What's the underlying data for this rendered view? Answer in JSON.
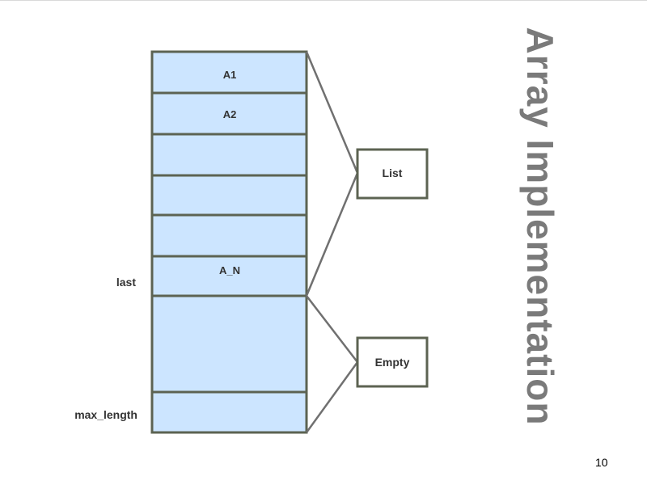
{
  "slide": {
    "title": "Array Implementation",
    "page_number": "10"
  },
  "array": {
    "cells": [
      "A1",
      "A2",
      "",
      "",
      "",
      "A_N",
      "",
      ""
    ],
    "fill_color": "#cce5ff",
    "border_color": "#5c6352"
  },
  "pointers": {
    "last": "last",
    "max_length": "max_length"
  },
  "regions": {
    "list": "List",
    "empty": "Empty"
  }
}
